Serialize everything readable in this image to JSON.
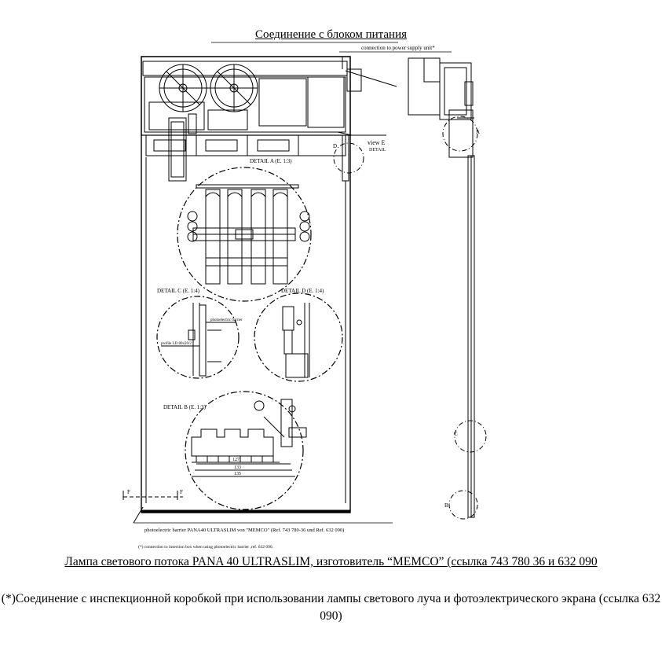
{
  "heading": "Соединение с блоком питания",
  "labels": {
    "power_unit": "connection to power supply unit*",
    "view_e": "view E",
    "view_e_detail": "DETAIL",
    "detail_a": "DETAIL A (E. 1:3)",
    "detail_b": "DETAIL B (E. 1:3)",
    "detail_c": "DETAIL C (E. 1:4)",
    "detail_d": "DETAIL D (E. 1:4)",
    "photo_barrier_small": "photoelectric barrier",
    "profile": "profile LD 80x20/2",
    "dim_127": "127",
    "dim_133": "133",
    "dim_135": "135",
    "section_f1": "F",
    "section_f2": "F",
    "barrier_note": "photoelectric barrier PANA40 ULTRASLIM von \"MEMCO\" (Ref. 743 780-36 und Ref. 632 090)",
    "inspection_note": "(*) connection to insection box when using photoelectric barrier ,ref. 632 090.",
    "marker_a": "A",
    "marker_b": "B",
    "marker_c": "C",
    "marker_d": "D"
  },
  "caption_main": "Лампа светового потока PANA 40 ULTRASLIM, изготовитель “MEMCO” (ссылка 743 780 36 и 632 090",
  "caption_note": "(*)Соединение с инспекционной коробкой при использовании лампы светового луча и фотоэлектрического экрана (ссылка 632 090)"
}
